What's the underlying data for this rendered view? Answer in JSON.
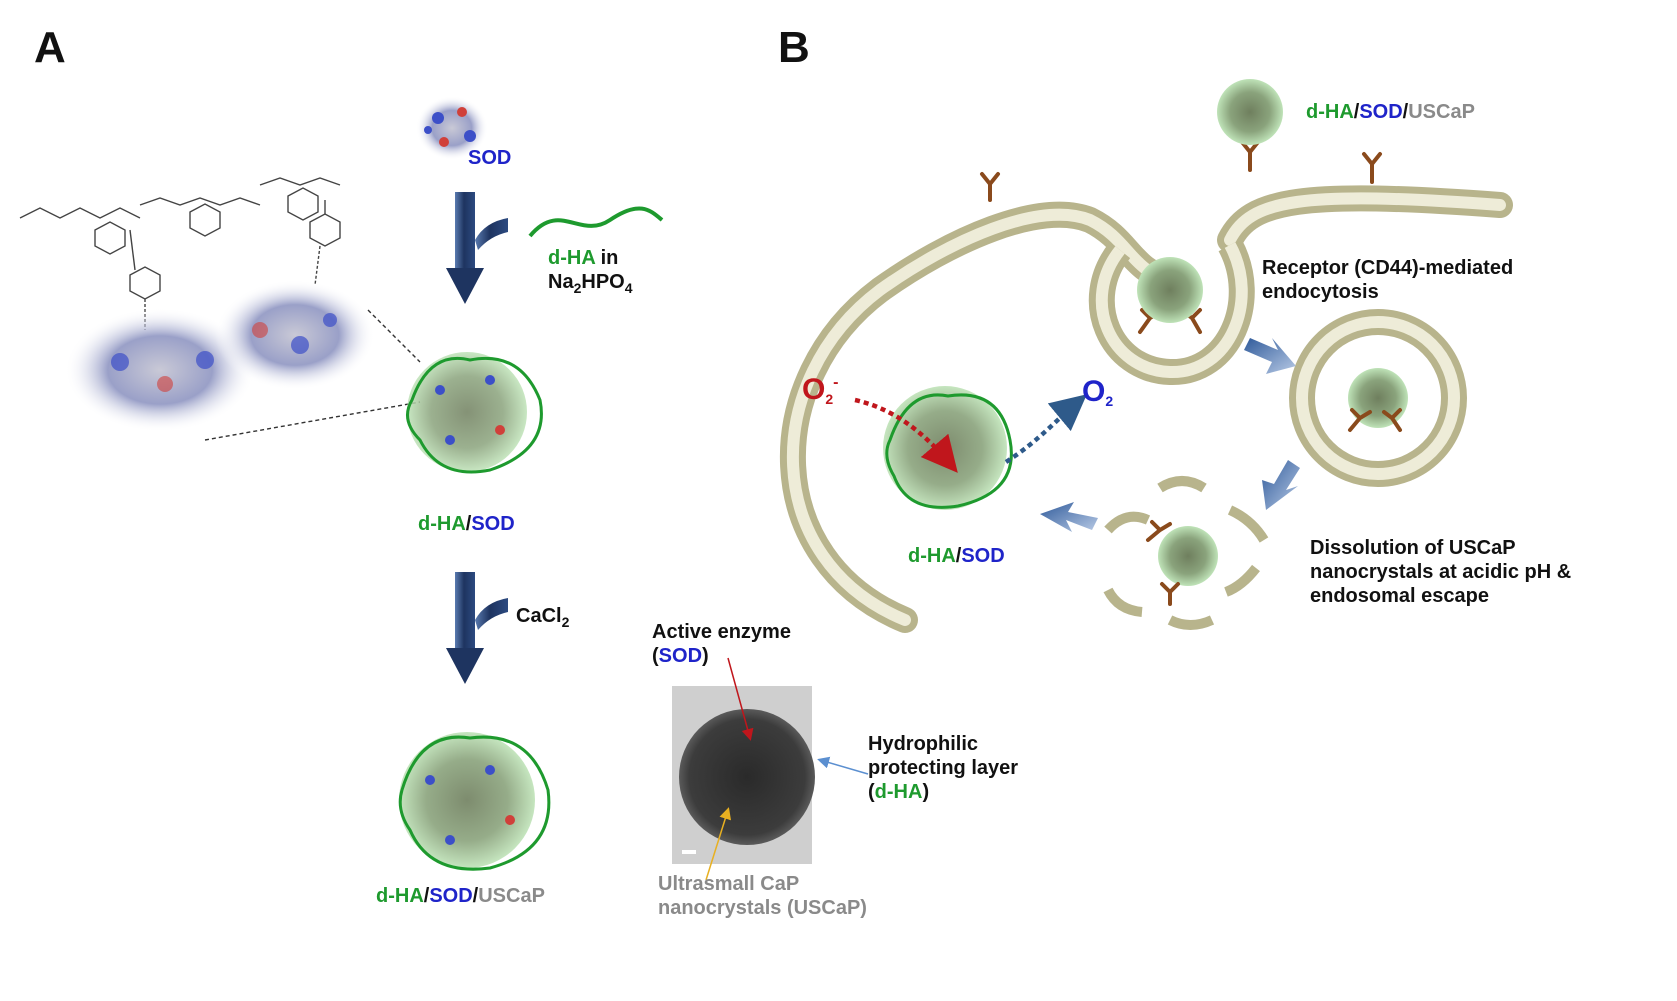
{
  "panels": {
    "a": "A",
    "b": "B"
  },
  "colors": {
    "green": "#1e9a2e",
    "blue": "#1f24c9",
    "gray": "#8a8a8a",
    "red": "#c0161c",
    "arrow_navy": "#1e3460",
    "membrane": "#b8b48c"
  },
  "labels": {
    "sod": "SOD",
    "dha": "d-HA",
    "in": " in",
    "na2hpo4": {
      "base1": "Na",
      "sub1": "2",
      "base2": "HPO",
      "sub2": "4"
    },
    "cacl2": {
      "base": "CaCl",
      "sub": "2"
    },
    "slash": "/",
    "uscap": "USCaP",
    "active_enzyme": "Active enzyme",
    "paren_open": "(",
    "paren_close": ")",
    "hydrophilic_1": "Hydrophilic",
    "hydrophilic_2": "protecting layer",
    "ultrasmall_1": "Ultrasmall CaP",
    "ultrasmall_2": "nanocrystals (USCaP)",
    "receptor_1": "Receptor (CD44)-mediated",
    "receptor_2": "endocytosis",
    "dissolution_1": "Dissolution of USCaP",
    "dissolution_2": "nanocrystals at acidic pH &",
    "dissolution_3": "endosomal escape",
    "o2_minus": {
      "base": "O",
      "sub": "2",
      "sup": "-"
    },
    "o2": {
      "base": "O",
      "sub": "2"
    }
  }
}
